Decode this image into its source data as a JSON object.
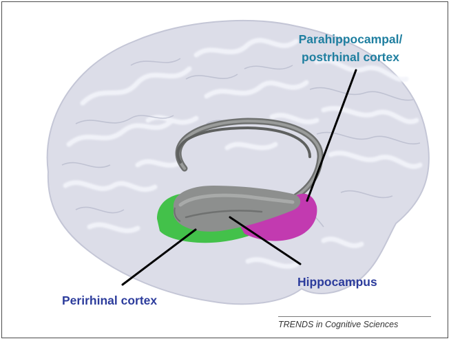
{
  "labels": {
    "parahippocampal_line1": "Parahippocampal/",
    "parahippocampal_line2": "postrhinal cortex",
    "hippocampus": "Hippocampus",
    "perirhinal": "Perirhinal cortex"
  },
  "source": "TRENDS in Cognitive Sciences",
  "colors": {
    "parahippocampal_label": "#1f7fa0",
    "hippocampus_label": "#2c3c9c",
    "perirhinal_label": "#2c3c9c",
    "perirhinal_region": "#43c14a",
    "parahippocampal_region": "#c23ab0",
    "hippocampus_region": "#8d8f8e",
    "brain_fill": "#dcdde8",
    "brain_gyri": "#eceef6"
  }
}
